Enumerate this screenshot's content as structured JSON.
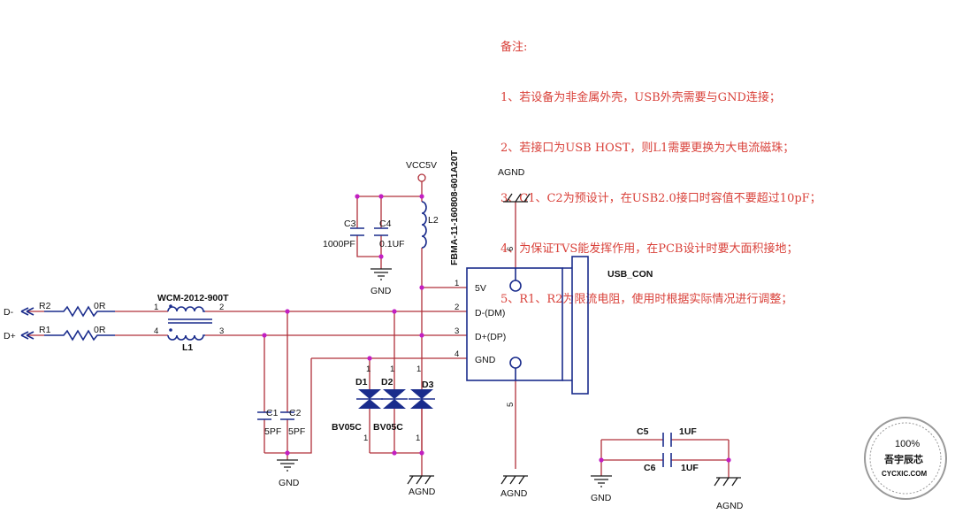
{
  "notes": {
    "title": "备注:",
    "lines": [
      "1、若设备为非金属外壳，USB外壳需要与GND连接；",
      "2、若接口为USB HOST，则L1需要更换为大电流磁珠；",
      "3、C1、C2为预设计，在USB2.0接口时容值不要超过10pF；",
      "4、为保证TVS能发挥作用，在PCB设计时要大面积接地；",
      "5、R1、R2为限流电阻，使用时根据实际情况进行调整；"
    ]
  },
  "schematic": {
    "ports": {
      "dm": "D-",
      "dp": "D+"
    },
    "r2": {
      "ref": "R2",
      "value": "0R"
    },
    "r1": {
      "ref": "R1",
      "value": "0R"
    },
    "l1": {
      "ref": "L1",
      "part": "WCM-2012-900T",
      "pin1": "1",
      "pin2": "2",
      "pin3": "3",
      "pin4": "4"
    },
    "c1": {
      "ref": "C1",
      "value": "5PF"
    },
    "c2": {
      "ref": "C2",
      "value": "5PF"
    },
    "c3": {
      "ref": "C3",
      "value": "1000PF"
    },
    "c4": {
      "ref": "C4",
      "value": "0.1UF"
    },
    "c5": {
      "ref": "C5",
      "value": "1UF"
    },
    "c6": {
      "ref": "C6",
      "value": "1UF"
    },
    "l2": {
      "ref": "L2",
      "part": "FBMA-11-160808-601A20T"
    },
    "vcc": "VCC5V",
    "d1": {
      "ref": "D1",
      "value": "BV05C"
    },
    "d2": {
      "ref": "D2",
      "value": "BV05C"
    },
    "d3": {
      "ref": "D3"
    },
    "diode_pin": "1",
    "connector": {
      "ref": "USB_CON",
      "pins": [
        {
          "num": "1",
          "name": "5V"
        },
        {
          "num": "2",
          "name": "D-(DM)"
        },
        {
          "num": "3",
          "name": "D+(DP)"
        },
        {
          "num": "4",
          "name": "GND"
        }
      ],
      "shield_top": "6",
      "shield_bottom": "5"
    },
    "gnd": "GND",
    "agnd": "AGND"
  },
  "logo": {
    "percent": "100%",
    "name": "吾宇辰芯",
    "site": "CYCXIC.COM"
  }
}
